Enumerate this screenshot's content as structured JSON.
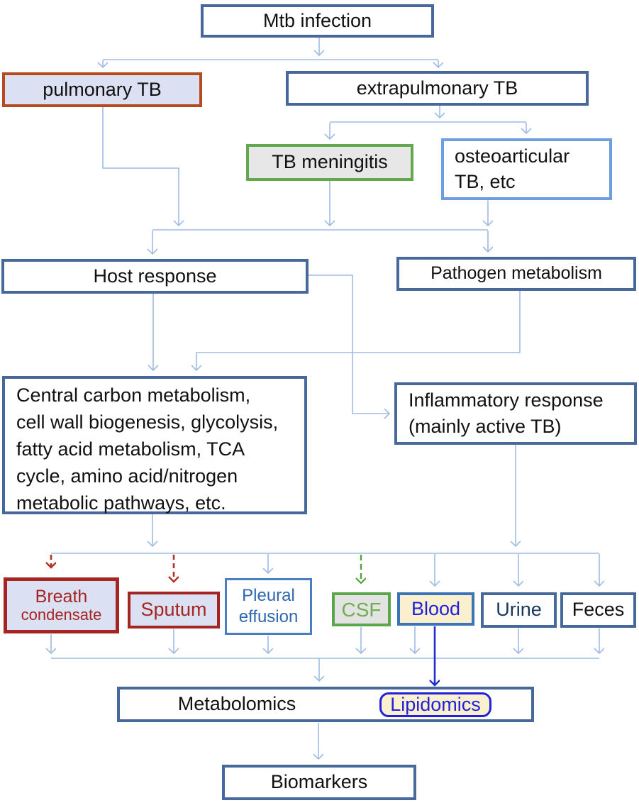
{
  "diagram": {
    "title_node": "Mtb infection",
    "nodes": {
      "mtb": {
        "label": "Mtb infection"
      },
      "pulmonary": {
        "label": "pulmonary TB"
      },
      "extrapulmonary": {
        "label": "extrapulmonary TB"
      },
      "meningitis": {
        "label": "TB meningitis"
      },
      "osteo": {
        "label": "osteoarticular\nTB, etc"
      },
      "host": {
        "label": "Host response"
      },
      "pathogen": {
        "label": "Pathogen metabolism"
      },
      "central": {
        "label": "Central carbon metabolism,\ncell wall biogenesis, glycolysis,\nfatty acid metabolism, TCA\ncycle, amino acid/nitrogen\nmetabolic pathways, etc."
      },
      "inflammatory": {
        "label": "Inflammatory response\n(mainly active TB)"
      },
      "breath": {
        "line1": "Breath",
        "line2": "condensate"
      },
      "sputum": {
        "label": "Sputum"
      },
      "pleural": {
        "label": "Pleural\neffusion"
      },
      "csf": {
        "label": "CSF"
      },
      "blood": {
        "label": "Blood"
      },
      "urine": {
        "label": "Urine"
      },
      "feces": {
        "label": "Feces"
      },
      "metabolomics": {
        "label": "Metabolomics"
      },
      "lipidomics": {
        "label": "Lipidomics"
      },
      "biomarkers": {
        "label": "Biomarkers"
      }
    },
    "colors": {
      "dark_blue_border": "#47689b",
      "light_blue_arrow": "#9fbce4",
      "red_orange_border": "#b44a1e",
      "dark_red": "#a42522",
      "dashed_red_arrow": "#b23224",
      "green_border": "#5ba84c",
      "green_text": "#6fb04e",
      "dashed_green_arrow": "#55a23c",
      "osteo_blue_border": "#6d9ee0",
      "pleural_blue": "#2e68b0",
      "blood_border_blue": "#3c74b8",
      "bright_blue_text": "#2020dd",
      "dark_blue_arrow": "#2030d0",
      "urine_navy_text": "#17365d",
      "lavender_fill": "#dbe0f2",
      "gray_fill": "#e7e7e7",
      "cream_fill": "#fbf0cd"
    }
  }
}
